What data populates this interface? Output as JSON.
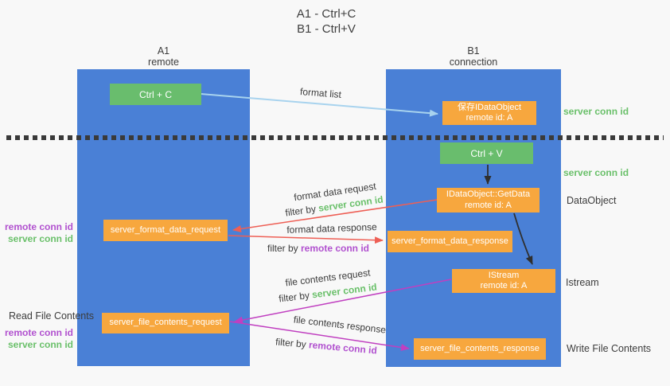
{
  "title": {
    "line1": "A1 - Ctrl+C",
    "line2": "B1 - Ctrl+V"
  },
  "columns": {
    "a1": {
      "title": "A1",
      "subtitle": "remote"
    },
    "b1": {
      "title": "B1",
      "subtitle": "connection"
    }
  },
  "boxes": {
    "ctrl_c": {
      "label": "Ctrl + C"
    },
    "save_idataobject": {
      "line1": "保存IDataObject",
      "line2": "remote id: A"
    },
    "ctrl_v": {
      "label": "Ctrl + V"
    },
    "getdata": {
      "line1": "IDataObject::GetData",
      "line2": "remote id: A"
    },
    "server_format_data_request": {
      "label": "server_format_data_request"
    },
    "server_format_data_response": {
      "label": "server_format_data_response"
    },
    "istream": {
      "line1": "IStream",
      "line2": "remote id: A"
    },
    "server_file_contents_request": {
      "label": "server_file_contents_request"
    },
    "server_file_contents_response": {
      "label": "server_file_contents_response"
    }
  },
  "arrow_labels": {
    "format_list": "format list",
    "format_data_request": "format data request",
    "format_data_request_filter": {
      "prefix": "filter by ",
      "key": "server conn id"
    },
    "format_data_response": "format data response",
    "format_data_response_filter": {
      "prefix": "filter by ",
      "key": "remote conn id"
    },
    "file_contents_request": "file contents request",
    "file_contents_request_filter": {
      "prefix": "filter by ",
      "key": "server conn id"
    },
    "file_contents_response": "file contents response",
    "file_contents_response_filter": {
      "prefix": "filter by ",
      "key": "remote conn id"
    }
  },
  "side_labels": {
    "server_conn_id_top": "server conn id",
    "server_conn_id_mid": "server conn id",
    "dataobject": "DataObject",
    "istream": "Istream",
    "write_file_contents": "Write File Contents",
    "read_file_contents": "Read File Contents",
    "remote_conn_id_1": "remote conn id",
    "server_conn_id_1": "server conn id",
    "remote_conn_id_2": "remote conn id",
    "server_conn_id_2": "server conn id"
  },
  "colors": {
    "column_blue": "#4a80d6",
    "box_green": "#69bd6d",
    "box_orange": "#f7a73e",
    "green_text": "#6ac06a",
    "purple_text": "#b151cf",
    "red_arrow": "#ee5f55",
    "magenta_arrow": "#c03fc0",
    "light_blue_arrow": "#a8d3ee",
    "black_arrow": "#2f2f2f"
  }
}
